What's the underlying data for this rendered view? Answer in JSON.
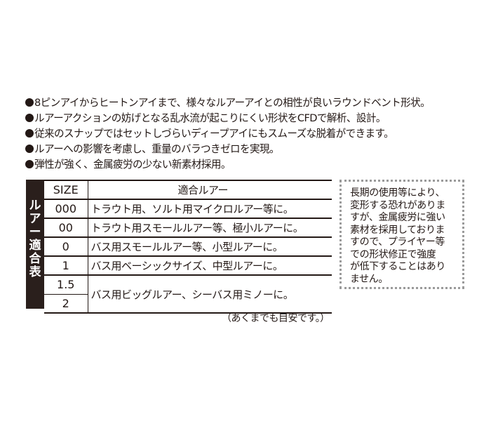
{
  "features": [
    "8ピンアイからヒートンアイまで、様々なルアーアイとの相性が良いラウンドベント形状。",
    "ルアーアクションの妨げとなる乱水流が起こりにくい形状をCFDで解析、設計。",
    "従来のスナップではセットしづらいディープアイにもスムーズな脱着ができます。",
    "ルアーへの影響を考慮し、重量のバラつきゼロを実現。",
    "弾性が強く、金属疲労の少ない新素材採用。"
  ],
  "table": {
    "side_label": [
      "ル",
      "ア",
      "ー",
      "適",
      "合",
      "表"
    ],
    "headers": {
      "size": "SIZE",
      "lure": "適合ルアー"
    },
    "rows": [
      {
        "size": "000",
        "lure": "トラウト用、ソルト用マイクロルアー等に。"
      },
      {
        "size": "00",
        "lure": "トラウト用スモールルアー等、極小ルアーに。"
      },
      {
        "size": "0",
        "lure": "バス用スモールルアー等、小型ルアーに。"
      },
      {
        "size": "1",
        "lure": "バス用ベーシックサイズ、中型ルアーに。"
      },
      {
        "size": "1.5",
        "lure": "バス用ビッグルアー、シーバス用ミノーに。"
      },
      {
        "size": "2",
        "lure": "バス用ビッグルアー、シーバス用ミノーに。"
      }
    ],
    "footnote": "（あくまでも目安です。）"
  },
  "notice": {
    "lines": [
      "長期の使用等により、",
      "変形する恐れがありま",
      "すが、金属疲労に強い",
      "素材を採用しておりま",
      "すので、プライヤー等",
      "での形状修正で強度",
      "が低下することはあり",
      "ません。"
    ]
  },
  "colors": {
    "text": "#231815",
    "band": "#2a1f1c",
    "dotted_border": "#9a9a9a"
  }
}
